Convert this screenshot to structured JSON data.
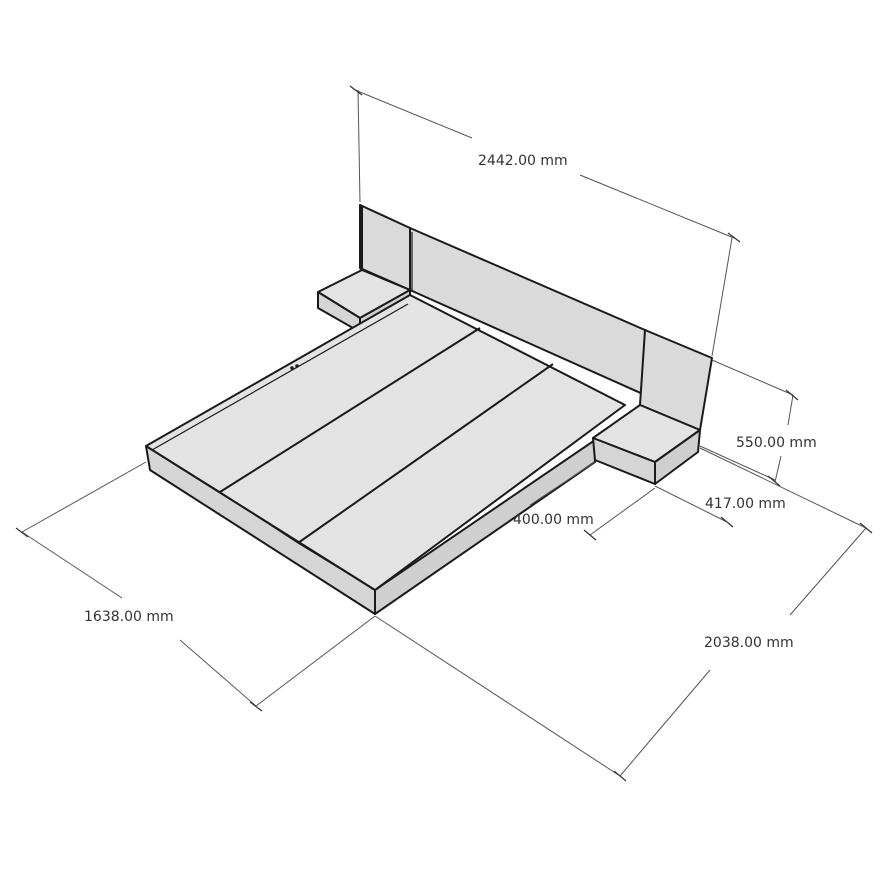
{
  "dimensions": {
    "headboard_width": "2442.00 mm",
    "headboard_height": "550.00 mm",
    "nightstand_depth": "417.00 mm",
    "nightstand_width": "400.00 mm",
    "bed_width": "1638.00 mm",
    "bed_length": "2038.00 mm"
  },
  "colors": {
    "line": "#1a1a1a",
    "face_light": "#e3e3e3",
    "face_mid": "#dadada",
    "face_dark": "#cfcfcf",
    "dimension_text": "#333333"
  }
}
